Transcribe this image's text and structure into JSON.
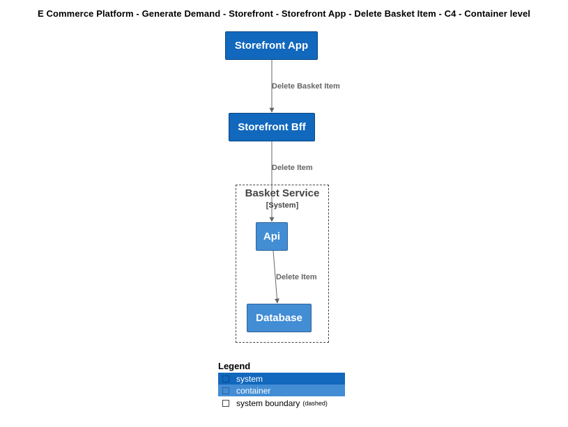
{
  "title": "E Commerce Platform - Generate Demand - Storefront - Storefront App - Delete Basket Item - C4 - Container level",
  "nodes": {
    "storefront_app": "Storefront App",
    "storefront_bff": "Storefront Bff",
    "api": "Api",
    "database": "Database"
  },
  "edges": {
    "app_to_bff": "Delete Basket Item",
    "bff_to_api": "Delete Item",
    "api_to_db": "Delete Item"
  },
  "boundary": {
    "name": "Basket Service",
    "type": "[System]"
  },
  "legend": {
    "title": "Legend",
    "items": [
      {
        "label": "system",
        "color": "#1168bd"
      },
      {
        "label": "container",
        "color": "#438dd5"
      },
      {
        "label": "system boundary",
        "sub": "(dashed)",
        "color": "#444444"
      }
    ]
  },
  "colors": {
    "system": "#1168bd",
    "container": "#438dd5",
    "edge": "#666666",
    "boundary": "#444444"
  }
}
